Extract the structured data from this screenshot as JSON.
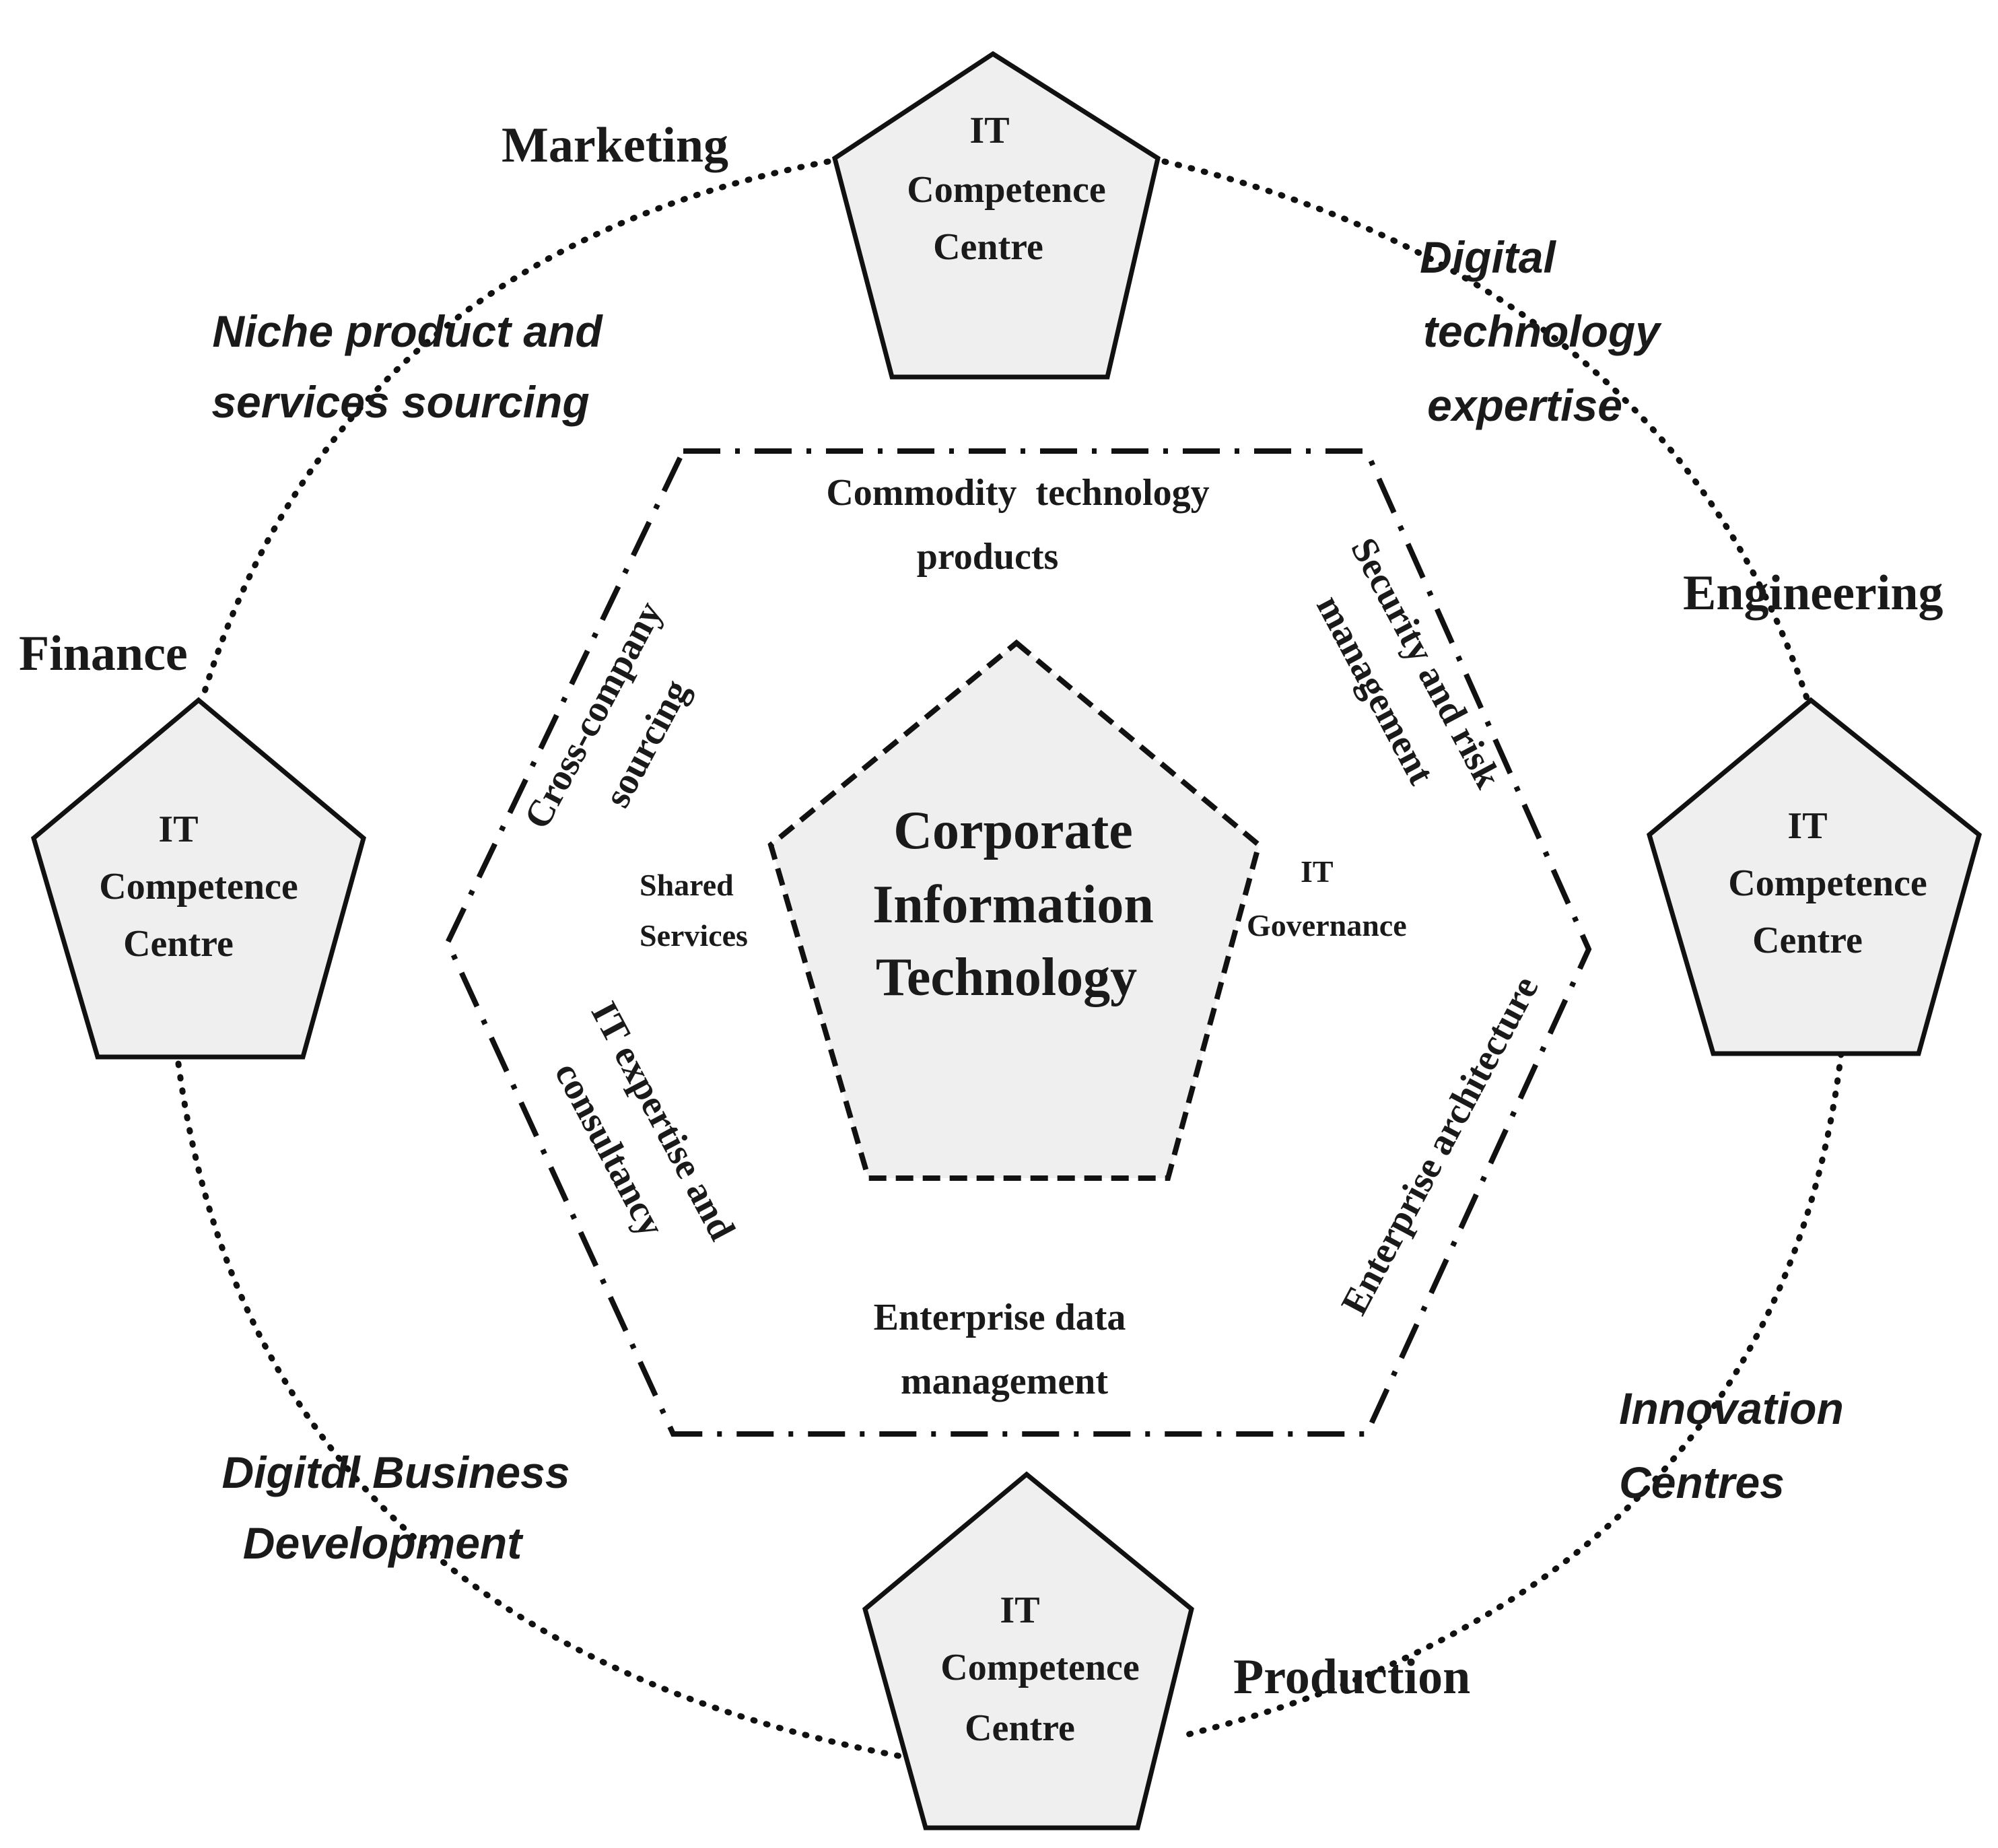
{
  "center": {
    "lines": [
      "Corporate",
      "Information",
      "Technology"
    ]
  },
  "competence_centre": {
    "lines": [
      "IT",
      "Competence",
      "Centre"
    ]
  },
  "departments": {
    "marketing": "Marketing",
    "engineering": "Engineering",
    "finance": "Finance",
    "production": "Production"
  },
  "outer_roles": {
    "niche": [
      "Niche product and",
      "services sourcing"
    ],
    "digital_tech": [
      "Digital",
      "technology",
      "expertise"
    ],
    "digital_business": [
      "Digitdl Business",
      "Development"
    ],
    "innovation": [
      "Innovation",
      "Centres"
    ]
  },
  "hexagon_labels": {
    "commodity": [
      "Commodity  technology",
      "products"
    ],
    "security": [
      "Security and risk",
      "management"
    ],
    "cross_company": [
      "Cross-company",
      "sourcing"
    ],
    "it_expertise": [
      "IT expertise and",
      "consultancy"
    ],
    "enterprise_arch": "Enterprise architecture",
    "enterprise_data": [
      "Enterprise data",
      "management"
    ]
  },
  "inner_labels": {
    "shared_services": [
      "Shared",
      "Services"
    ],
    "it_governance": [
      "IT",
      "Governance"
    ]
  }
}
